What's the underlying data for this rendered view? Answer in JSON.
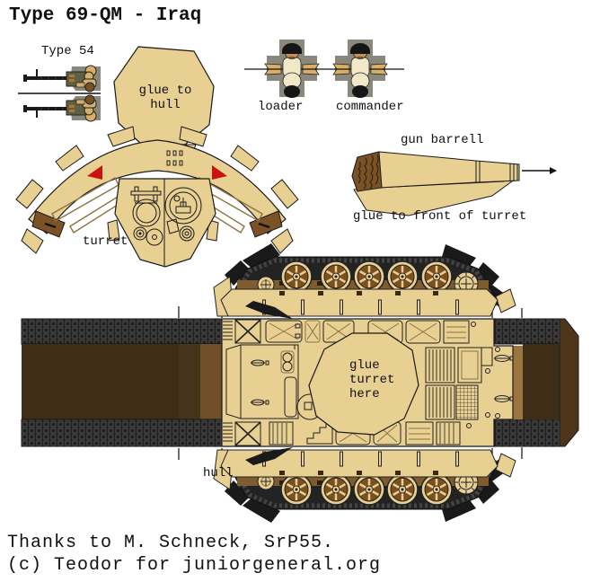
{
  "title": "Type 69-QM - Iraq",
  "labels": {
    "type54": "Type 54",
    "glue_to_hull": "glue to\nhull",
    "loader": "loader",
    "commander": "commander",
    "gun_barrel": "gun barrell",
    "glue_front": "glue to front of turret",
    "turret": "turret",
    "glue_turret_here": "glue\nturret\nhere",
    "hull": "hull"
  },
  "credits": {
    "line1": "Thanks to M. Schneck, SrP55.",
    "line2": "(c) Teodor for juniorgeneral.org"
  },
  "colors": {
    "tan": "#e8cf92",
    "outline": "#1a1a1a",
    "detail_olive": "#8a7340",
    "track_black": "#232323",
    "tread_link": "#515151",
    "dark_brown": "#3f2d17",
    "mid_brown": "#6e4f28",
    "light_brown": "#9b7440",
    "rear_brown": "#4e3519",
    "patch_brown": "#7b5226",
    "wheel_brown": "#7b4f1e",
    "red_marker": "#cc1111",
    "figure_gray": "#8a887c",
    "skin": "#c78f58",
    "shirt": "#f2e7c6",
    "arm_tan": "#d9ae66"
  }
}
